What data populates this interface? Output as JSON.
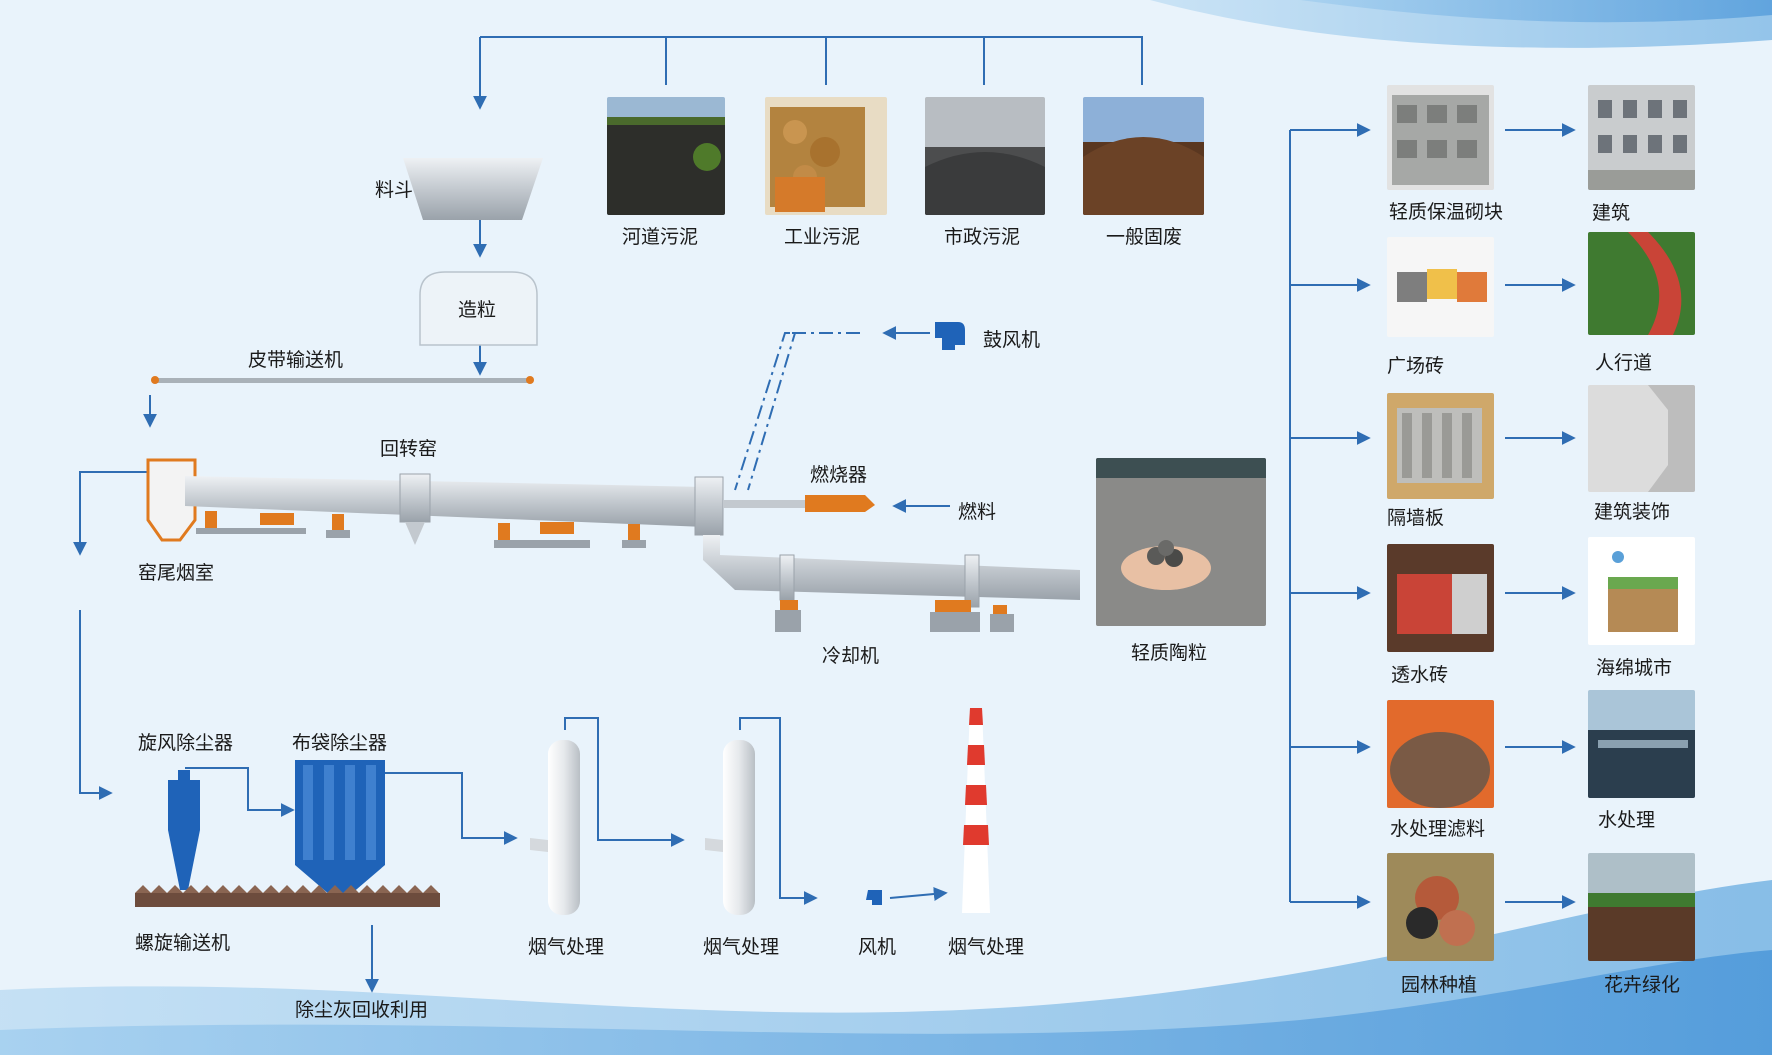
{
  "sources": [
    {
      "label": "河道污泥",
      "photo": "river-sludge"
    },
    {
      "label": "工业污泥",
      "photo": "industrial-sludge"
    },
    {
      "label": "市政污泥",
      "photo": "municipal-sludge"
    },
    {
      "label": "一般固废",
      "photo": "general-solid-waste"
    }
  ],
  "process": {
    "hopper": "料斗",
    "granulation": "造粒",
    "belt_conveyor": "皮带输送机",
    "rotary_kiln": "回转窑",
    "kiln_tail": "窑尾烟室",
    "blower": "鼓风机",
    "burner": "燃烧器",
    "fuel": "燃料",
    "cooler": "冷却机",
    "ceramsite": "轻质陶粒"
  },
  "treatment": {
    "cyclone": "旋风除尘器",
    "baghouse": "布袋除尘器",
    "screw_conveyor": "螺旋输送机",
    "dust_recycling": "除尘灰回收利用",
    "flue_gas_1": "烟气处理",
    "flue_gas_2": "烟气处理",
    "fan": "风机",
    "flue_gas_3": "烟气处理"
  },
  "products": [
    {
      "product": "轻质保温砌块",
      "application": "建筑"
    },
    {
      "product": "广场砖",
      "application": "人行道"
    },
    {
      "product": "隔墙板",
      "application": "建筑装饰"
    },
    {
      "product": "透水砖",
      "application": "海绵城市"
    },
    {
      "product": "水处理滤料",
      "application": "水处理"
    },
    {
      "product": "园林种植",
      "application": "花卉绿化"
    }
  ],
  "colors": {
    "line": "#2f6db3",
    "equipment": "#c8cdd2",
    "accent": "#e07a1f",
    "blue_unit": "#1f63b8",
    "chimney_red": "#e03a2e"
  }
}
